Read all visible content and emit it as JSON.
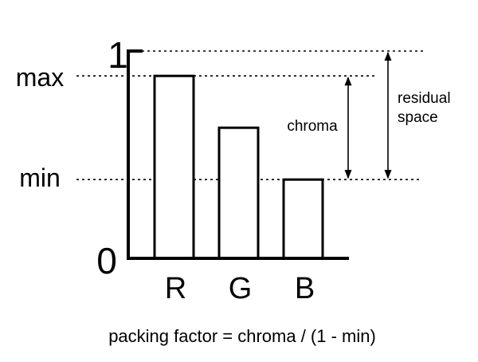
{
  "chart_data": {
    "type": "bar",
    "categories": [
      "R",
      "G",
      "B"
    ],
    "values": [
      0.88,
      0.63,
      0.38
    ],
    "ylim": [
      0,
      1
    ],
    "y_tick_labels": {
      "top": "1",
      "bottom": "0"
    },
    "reference_lines": {
      "max": 0.88,
      "min": 0.38,
      "one": 1.0
    },
    "level_labels": {
      "max": "max",
      "min": "min"
    },
    "annotations": {
      "chroma": "chroma",
      "residual_line1": "residual",
      "residual_line2": "space"
    },
    "caption": "packing factor = chroma / (1 - min)"
  }
}
